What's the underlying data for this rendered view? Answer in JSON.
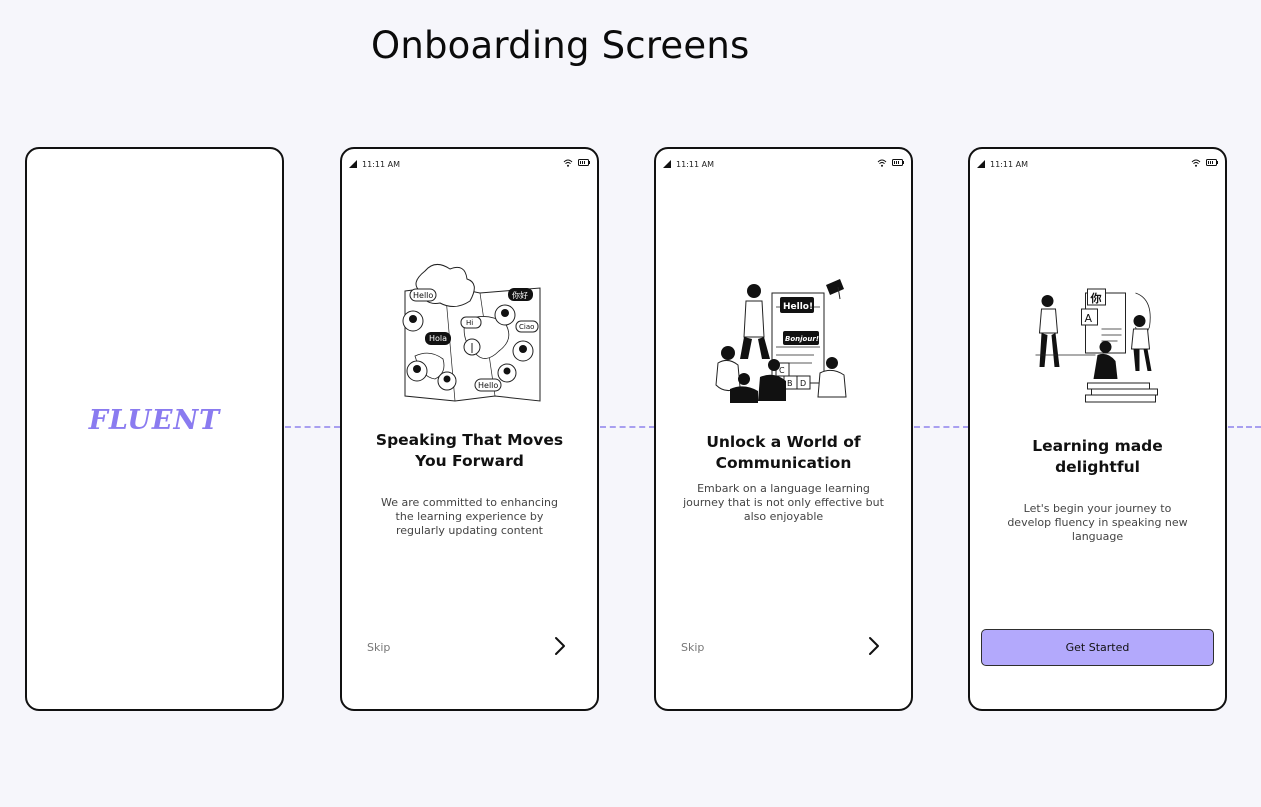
{
  "page": {
    "title": "Onboarding Screens"
  },
  "colors": {
    "accent": "#b3a9fc",
    "logo": "#8a7bf0",
    "connector": "#a89ff0"
  },
  "status_bar": {
    "time": "11:11 AM"
  },
  "splash": {
    "logo_text": "FLUENT"
  },
  "screen1": {
    "heading": "Speaking That Moves You Forward",
    "body": "We are committed to enhancing the learning experience by regularly updating content",
    "skip_label": "Skip",
    "next_icon": "chevron-right-icon",
    "illustration_labels": [
      "Hello",
      "你好",
      "Hola",
      "Hello",
      "Ciao",
      "Hi"
    ]
  },
  "screen2": {
    "heading": "Unlock a World of Communication",
    "body": "Embark on a language learning journey that is not only effective but also enjoyable",
    "skip_label": "Skip",
    "next_icon": "chevron-right-icon",
    "illustration_labels": [
      "Hello!",
      "Bonjour!",
      "C",
      "A",
      "B",
      "D"
    ]
  },
  "screen3": {
    "heading": "Learning made delightful",
    "body": "Let's begin your journey to develop fluency in speaking new language",
    "cta_label": "Get Started",
    "illustration_labels": [
      "你",
      "A"
    ]
  }
}
